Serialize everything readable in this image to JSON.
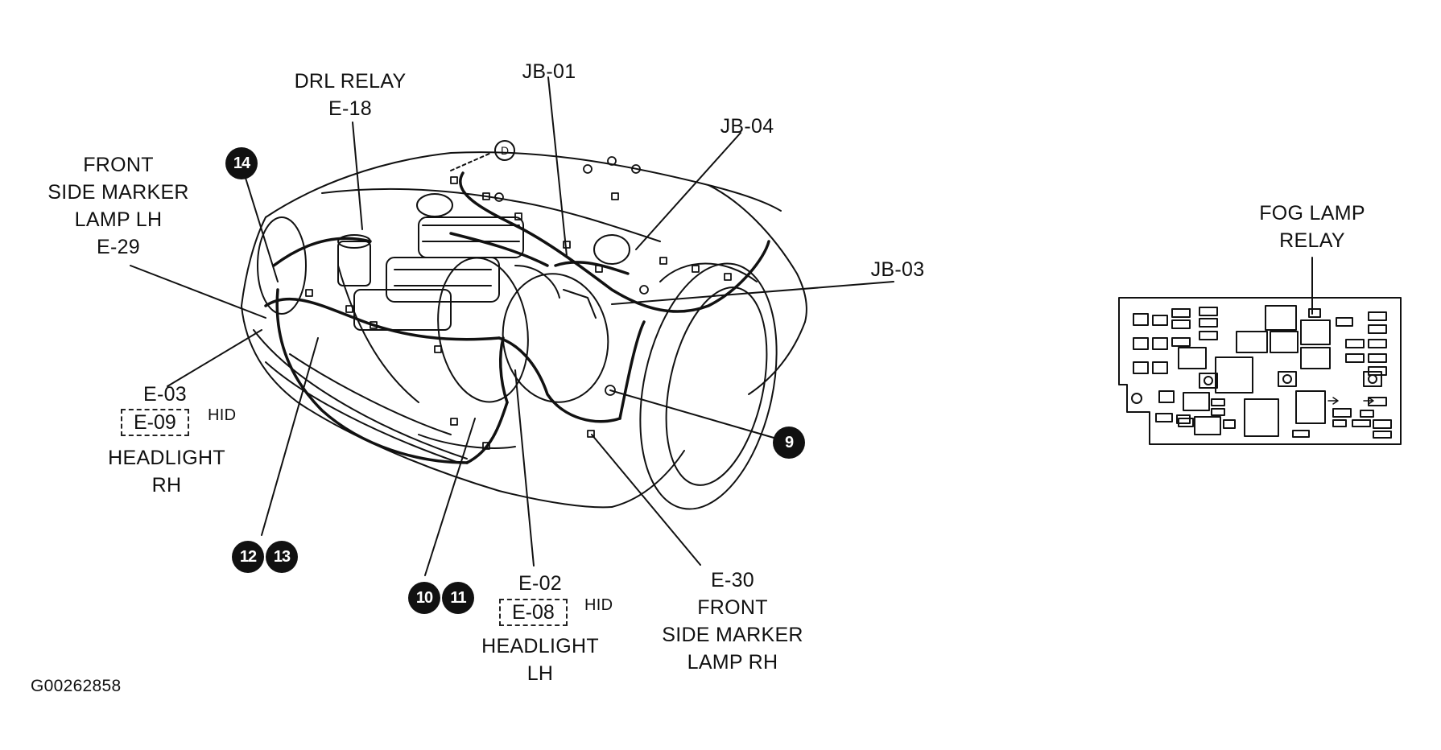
{
  "labels": {
    "drl_relay": "DRL RELAY",
    "drl_relay_code": "E-18",
    "jb01": "JB-01",
    "jb04": "JB-04",
    "jb03": "JB-03",
    "front_marker_lh_1": "FRONT",
    "front_marker_lh_2": "SIDE MARKER",
    "front_marker_lh_3": "LAMP LH",
    "front_marker_lh_code": "E-29",
    "headlight_rh_code": "E-03",
    "headlight_rh_hid_code": "E-09",
    "hid_rh": "HID",
    "headlight_rh_1": "HEADLIGHT",
    "headlight_rh_2": "RH",
    "headlight_lh_code": "E-02",
    "headlight_lh_hid_code": "E-08",
    "hid_lh": "HID",
    "headlight_lh_1": "HEADLIGHT",
    "headlight_lh_2": "LH",
    "front_marker_rh_code": "E-30",
    "front_marker_rh_1": "FRONT",
    "front_marker_rh_2": "SIDE MARKER",
    "front_marker_rh_3": "LAMP RH",
    "fog_lamp_1": "FOG LAMP",
    "fog_lamp_2": "RELAY",
    "ground_d": "D",
    "figure_id": "G00262858"
  },
  "grounds": {
    "g14": "14",
    "g9": "9",
    "g12": "12",
    "g13": "13",
    "g10": "10",
    "g11": "11"
  }
}
